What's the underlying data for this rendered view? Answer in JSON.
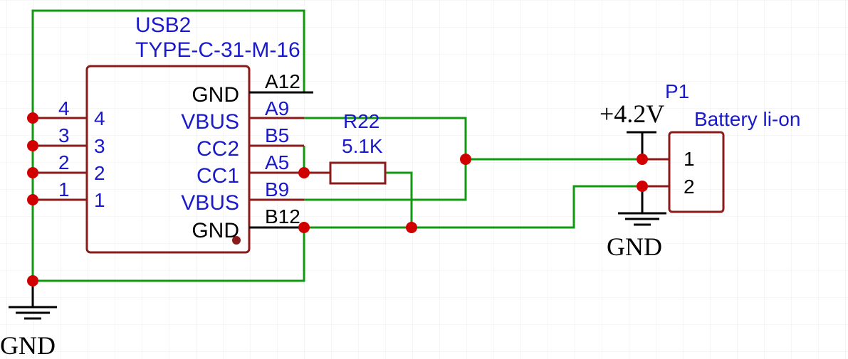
{
  "colors": {
    "wire": "#119911",
    "component": "#8b1a1a",
    "junction": "#d10000",
    "net_label": "#1a1acc",
    "pin_number": "#000000",
    "grid": "#ececec"
  },
  "usb": {
    "designator": "USB2",
    "part": "TYPE-C-31-M-16",
    "pins_right": [
      {
        "name": "GND",
        "number": "A12"
      },
      {
        "name": "VBUS",
        "number": "A9"
      },
      {
        "name": "CC2",
        "number": "B5"
      },
      {
        "name": "CC1",
        "number": "A5"
      },
      {
        "name": "VBUS",
        "number": "B9"
      },
      {
        "name": "GND",
        "number": "B12"
      }
    ],
    "pins_left": [
      {
        "name": "4",
        "number": "4"
      },
      {
        "name": "3",
        "number": "3"
      },
      {
        "name": "2",
        "number": "2"
      },
      {
        "name": "1",
        "number": "1"
      }
    ]
  },
  "resistor": {
    "designator": "R22",
    "value": "5.1K"
  },
  "connector": {
    "designator": "P1",
    "name": "Battery li-on",
    "pins": [
      "1",
      "2"
    ]
  },
  "power": {
    "vcc_label": "+4.2V",
    "gnd_label_left": "GND",
    "gnd_label_right": "GND"
  }
}
